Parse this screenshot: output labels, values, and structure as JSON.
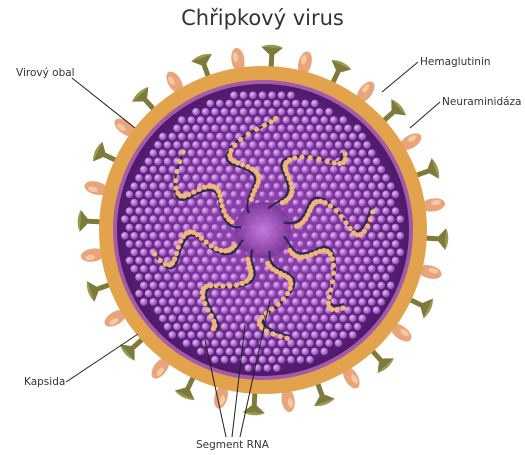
{
  "title": "Chřipkový virus",
  "labels": {
    "envelope": "Virový obal",
    "hemagglutinin": "Hemaglutinin",
    "neuraminidase": "Neuraminidáza",
    "capsid": "Kapsida",
    "rna_segment": "Segment RNA"
  },
  "colors": {
    "envelope": "#e8a64a",
    "envelope_inner": "#8b4a9e",
    "capsid_fill": "#6a2a8a",
    "capsid_bead": "#b46fd0",
    "hemagglutinin": "#7d7a3a",
    "neuraminidase": "#e8a47a",
    "rna_bead": "#f0b878",
    "rna_strand": "#2a2a4a",
    "label_text": "#333333",
    "leader_line": "#222222"
  },
  "icons": [
    "hemagglutinin-spike",
    "neuraminidase-spike",
    "rna-segment-strand"
  ]
}
